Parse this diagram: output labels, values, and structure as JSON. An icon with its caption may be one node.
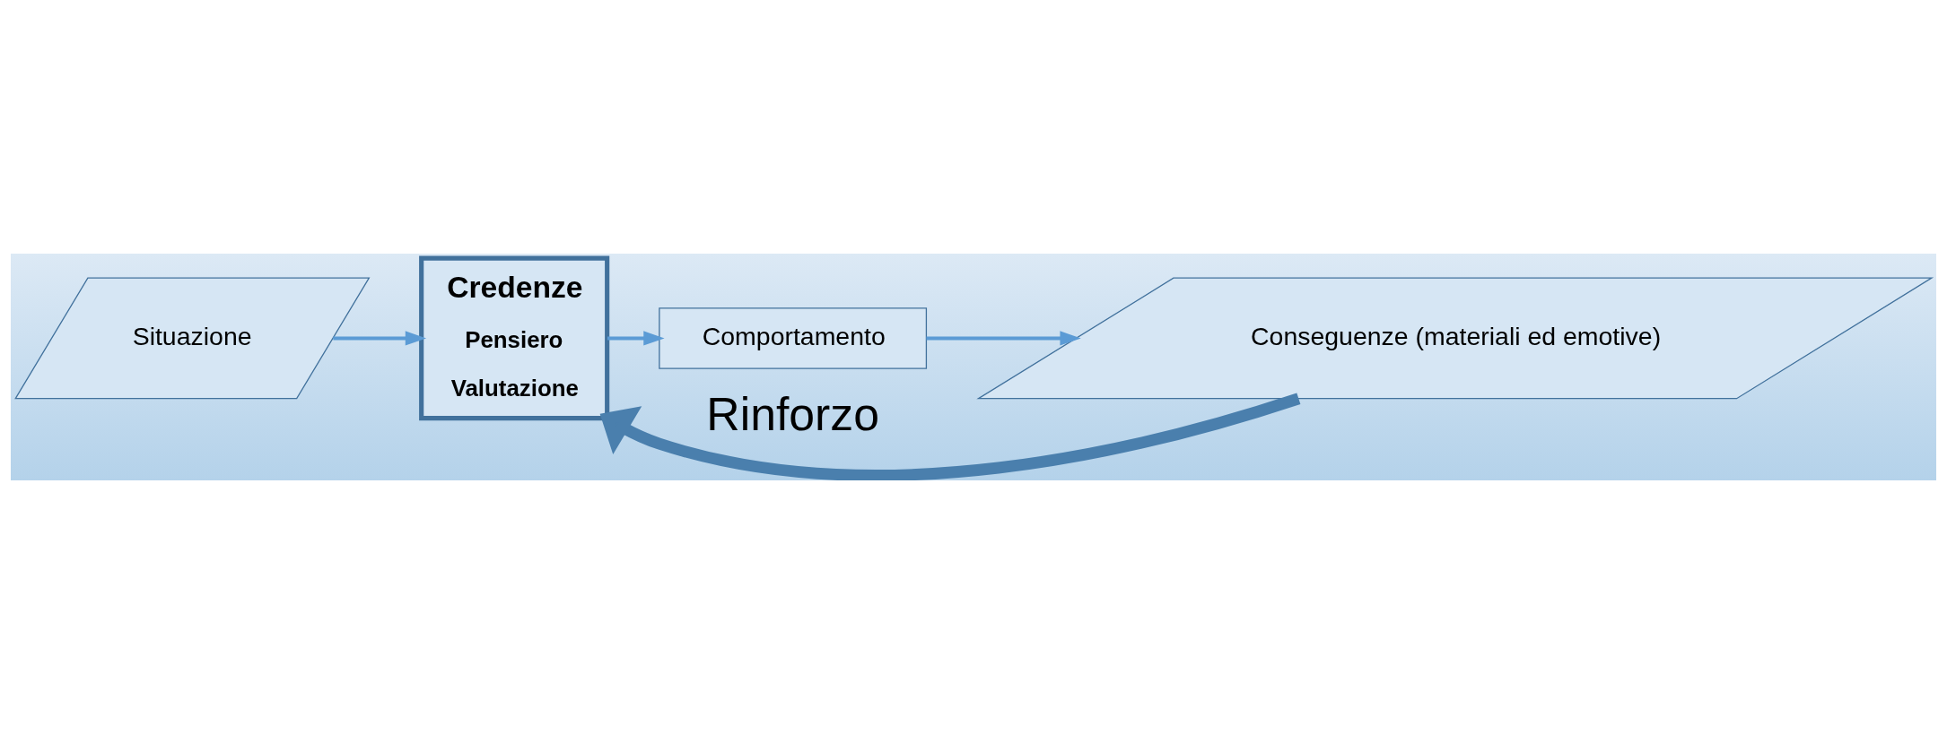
{
  "diagram": {
    "nodes": [
      {
        "text": [
          "Situazione"
        ]
      },
      {
        "text": [
          "Credenze",
          "Pensiero",
          "Valutazione"
        ]
      },
      {
        "text": [
          "Comportamento"
        ]
      },
      {
        "text": [
          "Conseguenze (materiali ed emotive)"
        ]
      }
    ],
    "edges": [
      {
        "from": 0,
        "to": 1,
        "arrow": "to"
      },
      {
        "from": 1,
        "to": 2,
        "arrow": "to"
      },
      {
        "from": 2,
        "to": 3,
        "arrow": "to"
      },
      {
        "from": 3,
        "to": 1,
        "arrow": "to",
        "label": "Rinforzo",
        "style": "thick",
        "color": "#4a7fad"
      }
    ]
  }
}
